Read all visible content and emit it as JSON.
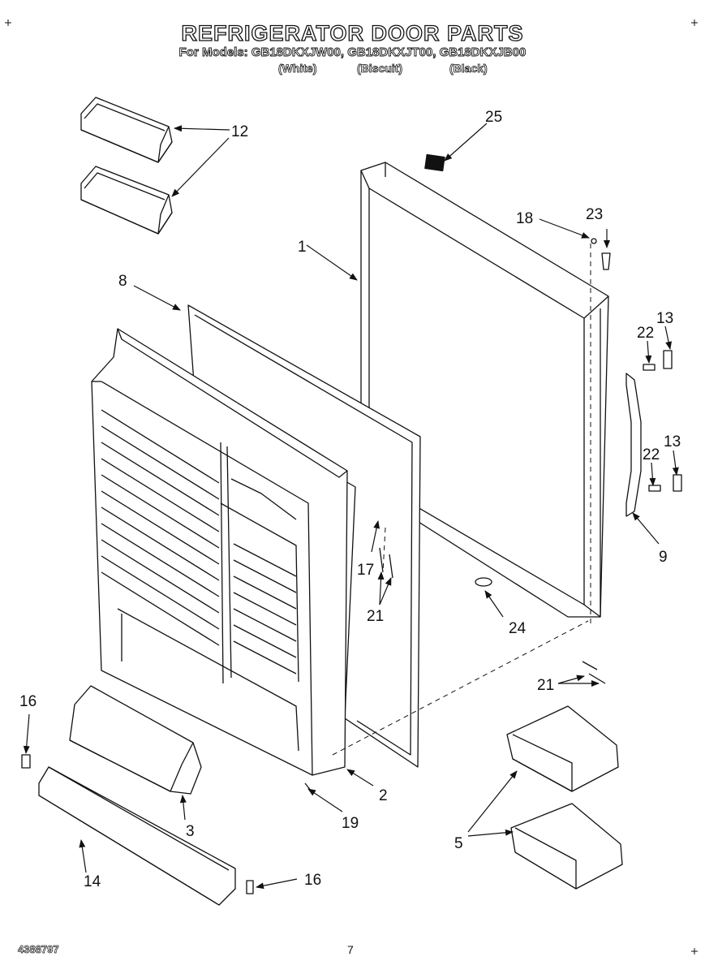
{
  "header": {
    "title": "REFRIGERATOR DOOR PARTS",
    "models": "For Models: GB18DKXJW00, GB18DKXJT00, GB18DKXJB00",
    "colors": [
      "(White)",
      "(Biscuit)",
      "(Black)"
    ]
  },
  "callouts": {
    "c1": "1",
    "c2": "2",
    "c3": "3",
    "c5": "5",
    "c8": "8",
    "c9": "9",
    "c12": "12",
    "c13a": "13",
    "c13b": "13",
    "c14": "14",
    "c16a": "16",
    "c16b": "16",
    "c17": "17",
    "c18": "18",
    "c19": "19",
    "c21a": "21",
    "c21b": "21",
    "c22a": "22",
    "c22b": "22",
    "c23": "23",
    "c24": "24",
    "c25": "25"
  },
  "footer": {
    "doc_number": "4388797",
    "page_number": "7"
  }
}
